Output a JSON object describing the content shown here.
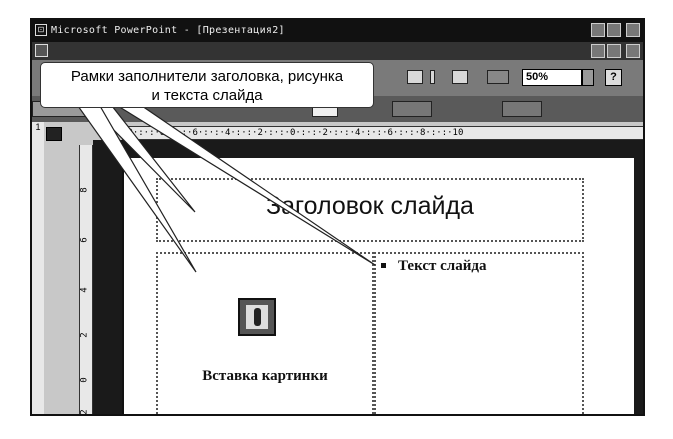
{
  "window": {
    "title": "Microsoft PowerPoint - [Презентация2]"
  },
  "toolbar": {
    "zoom": "50%",
    "help": "?"
  },
  "outline": {
    "slide_number": "1"
  },
  "ruler": {
    "horizontal": "10·:·:·8·:·:·6·:·:·4·:·:·2·:·:·0·:·:·2·:·:·4·:·:·6·:·:·8·:·:·10",
    "vertical_marks": [
      "8",
      "6",
      "4",
      "2",
      "0",
      "2"
    ]
  },
  "callout": {
    "line1": "Рамки заполнители заголовка, рисунка",
    "line2": "и текста слайда"
  },
  "slide": {
    "title": "Заголовок слайда",
    "picture_label": "Вставка картинки",
    "body_text": "Текст слайда"
  },
  "colors": {
    "titlebar": "#111111",
    "toolbar": "#7a7a7a",
    "workspace": "#1a1a1a",
    "slide": "#ffffff"
  },
  "icons": [
    "app-icon",
    "document-icon",
    "help-icon",
    "slide-icon",
    "clipart-icon",
    "bullet-icon"
  ]
}
